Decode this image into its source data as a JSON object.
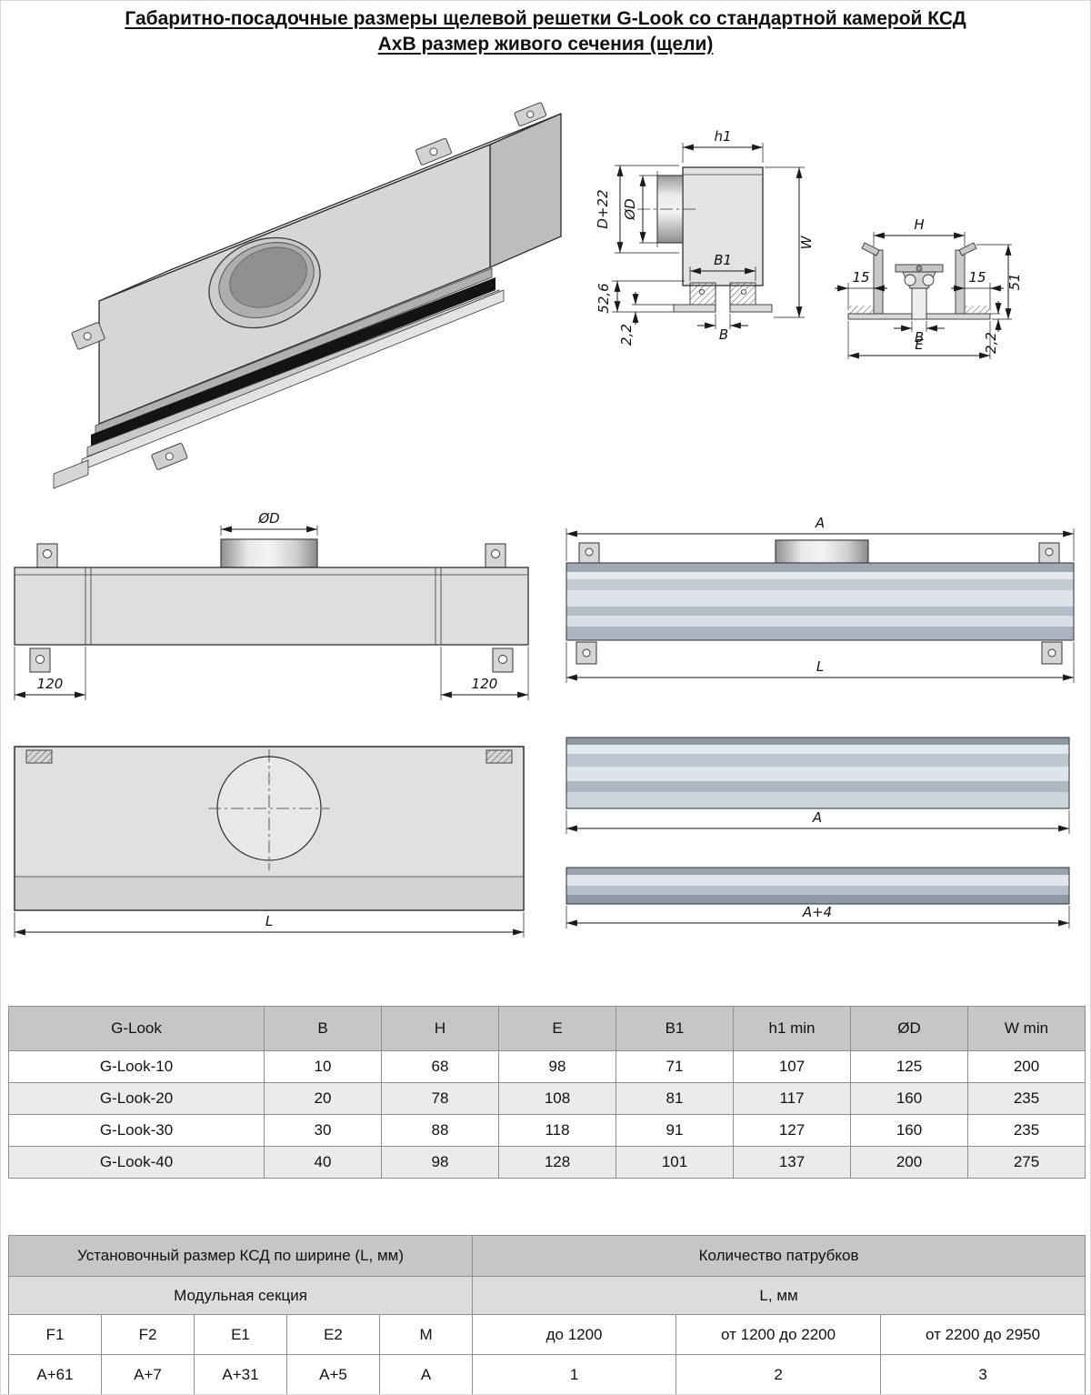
{
  "title": {
    "line1": "Габаритно-посадочные размеры щелевой решетки G-Look со стандартной камерой КСД",
    "line2": "АхВ размер живого сечения (щели)"
  },
  "dims": {
    "h1": "h1",
    "d_plus_22": "D+22",
    "phi_d": "ØD",
    "w": "W",
    "b1": "B1",
    "v52_6": "52,6",
    "v2_2": "2,2",
    "b": "B",
    "h": "H",
    "v15": "15",
    "v51": "51",
    "e": "E",
    "v120": "120",
    "a": "A",
    "l": "L",
    "a_plus_4": "A+4"
  },
  "table1": {
    "headers": [
      "G-Look",
      "B",
      "H",
      "E",
      "B1",
      "h1 min",
      "ØD",
      "W min"
    ],
    "rows": [
      [
        "G-Look-10",
        "10",
        "68",
        "98",
        "71",
        "107",
        "125",
        "200"
      ],
      [
        "G-Look-20",
        "20",
        "78",
        "108",
        "81",
        "117",
        "160",
        "235"
      ],
      [
        "G-Look-30",
        "30",
        "88",
        "118",
        "91",
        "127",
        "160",
        "235"
      ],
      [
        "G-Look-40",
        "40",
        "98",
        "128",
        "101",
        "137",
        "200",
        "275"
      ]
    ]
  },
  "table2": {
    "group_left": "Установочный размер КСД по ширине (L, мм)",
    "group_right": "Количество патрубков",
    "sub_left": "Модульная секция",
    "sub_right": "L, мм",
    "headers": [
      "F1",
      "F2",
      "E1",
      "E2",
      "M",
      "до 1200",
      "от 1200 до 2200",
      "от 2200 до 2950"
    ],
    "values": [
      "A+61",
      "A+7",
      "A+31",
      "A+5",
      "A",
      "1",
      "2",
      "3"
    ]
  }
}
